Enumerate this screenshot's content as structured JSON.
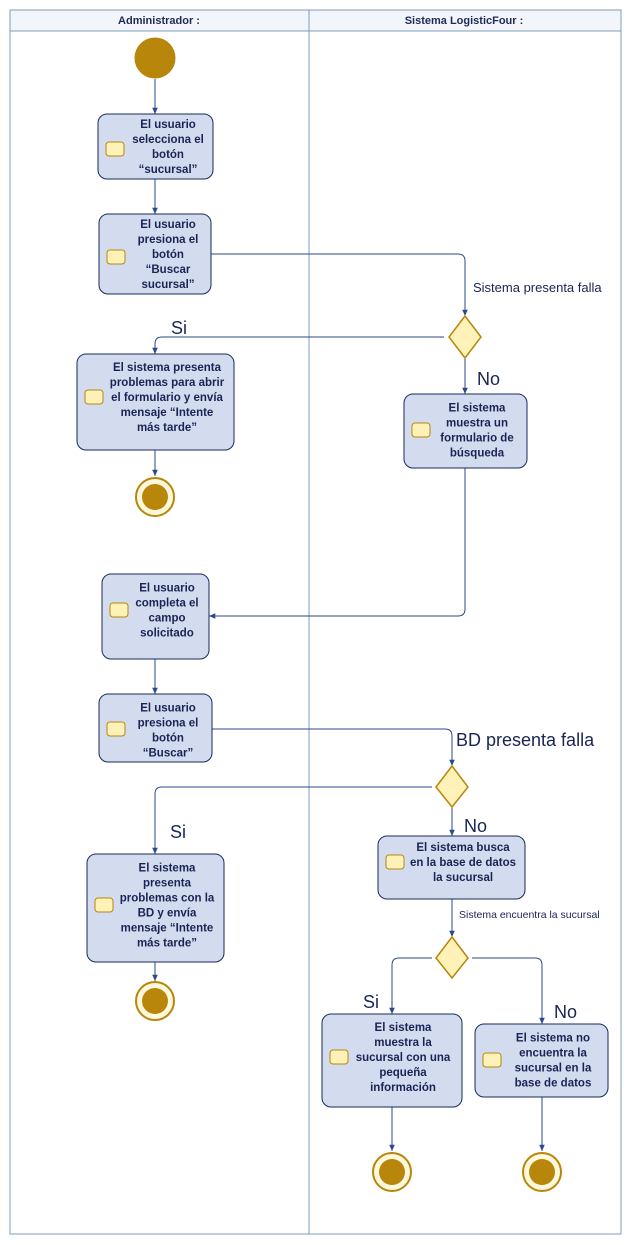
{
  "lanes": [
    {
      "title": "Administrador :"
    },
    {
      "title": "Sistema LogisticFour :"
    }
  ],
  "activities": {
    "a1": [
      "El usuario",
      "selecciona el",
      "botón",
      "“sucursal”"
    ],
    "a2": [
      "El usuario",
      "presiona el",
      "botón",
      "“Buscar",
      "sucursal”"
    ],
    "a3": [
      "El sistema presenta",
      "problemas para abrir",
      "el formulario y envía",
      "mensaje “Intente",
      "más tarde”"
    ],
    "a4": [
      "El sistema",
      "muestra un",
      "formulario de",
      "búsqueda"
    ],
    "a5": [
      "El usuario",
      "completa el",
      "campo",
      "solicitado"
    ],
    "a6": [
      "El usuario",
      "presiona el",
      "botón",
      "“Buscar”"
    ],
    "a7": [
      "El sistema",
      "presenta",
      "problemas con la",
      "BD y envía",
      "mensaje “Intente",
      "más tarde”"
    ],
    "a8": [
      "El sistema busca",
      "en la base de datos",
      "la sucursal"
    ],
    "a9": [
      "El sistema",
      "muestra la",
      "sucursal con una",
      "pequeña",
      "información"
    ],
    "a10": [
      "El sistema no",
      "encuentra la",
      "sucursal en la",
      "base de datos"
    ]
  },
  "guards": {
    "g1": "Sistema presenta falla",
    "g2": "Si",
    "g3": "No",
    "g4": "BD presenta falla",
    "g5": "Si",
    "g6": "No",
    "g7": "Sistema encuentra la sucursal",
    "g8": "Si",
    "g9": "No"
  },
  "colors": {
    "node_fill": "#d3dcee",
    "node_border": "#1a2a5a",
    "start_end": "#b8860b",
    "decision_fill": "#fff2b8",
    "lane_border": "#7f9db9"
  }
}
